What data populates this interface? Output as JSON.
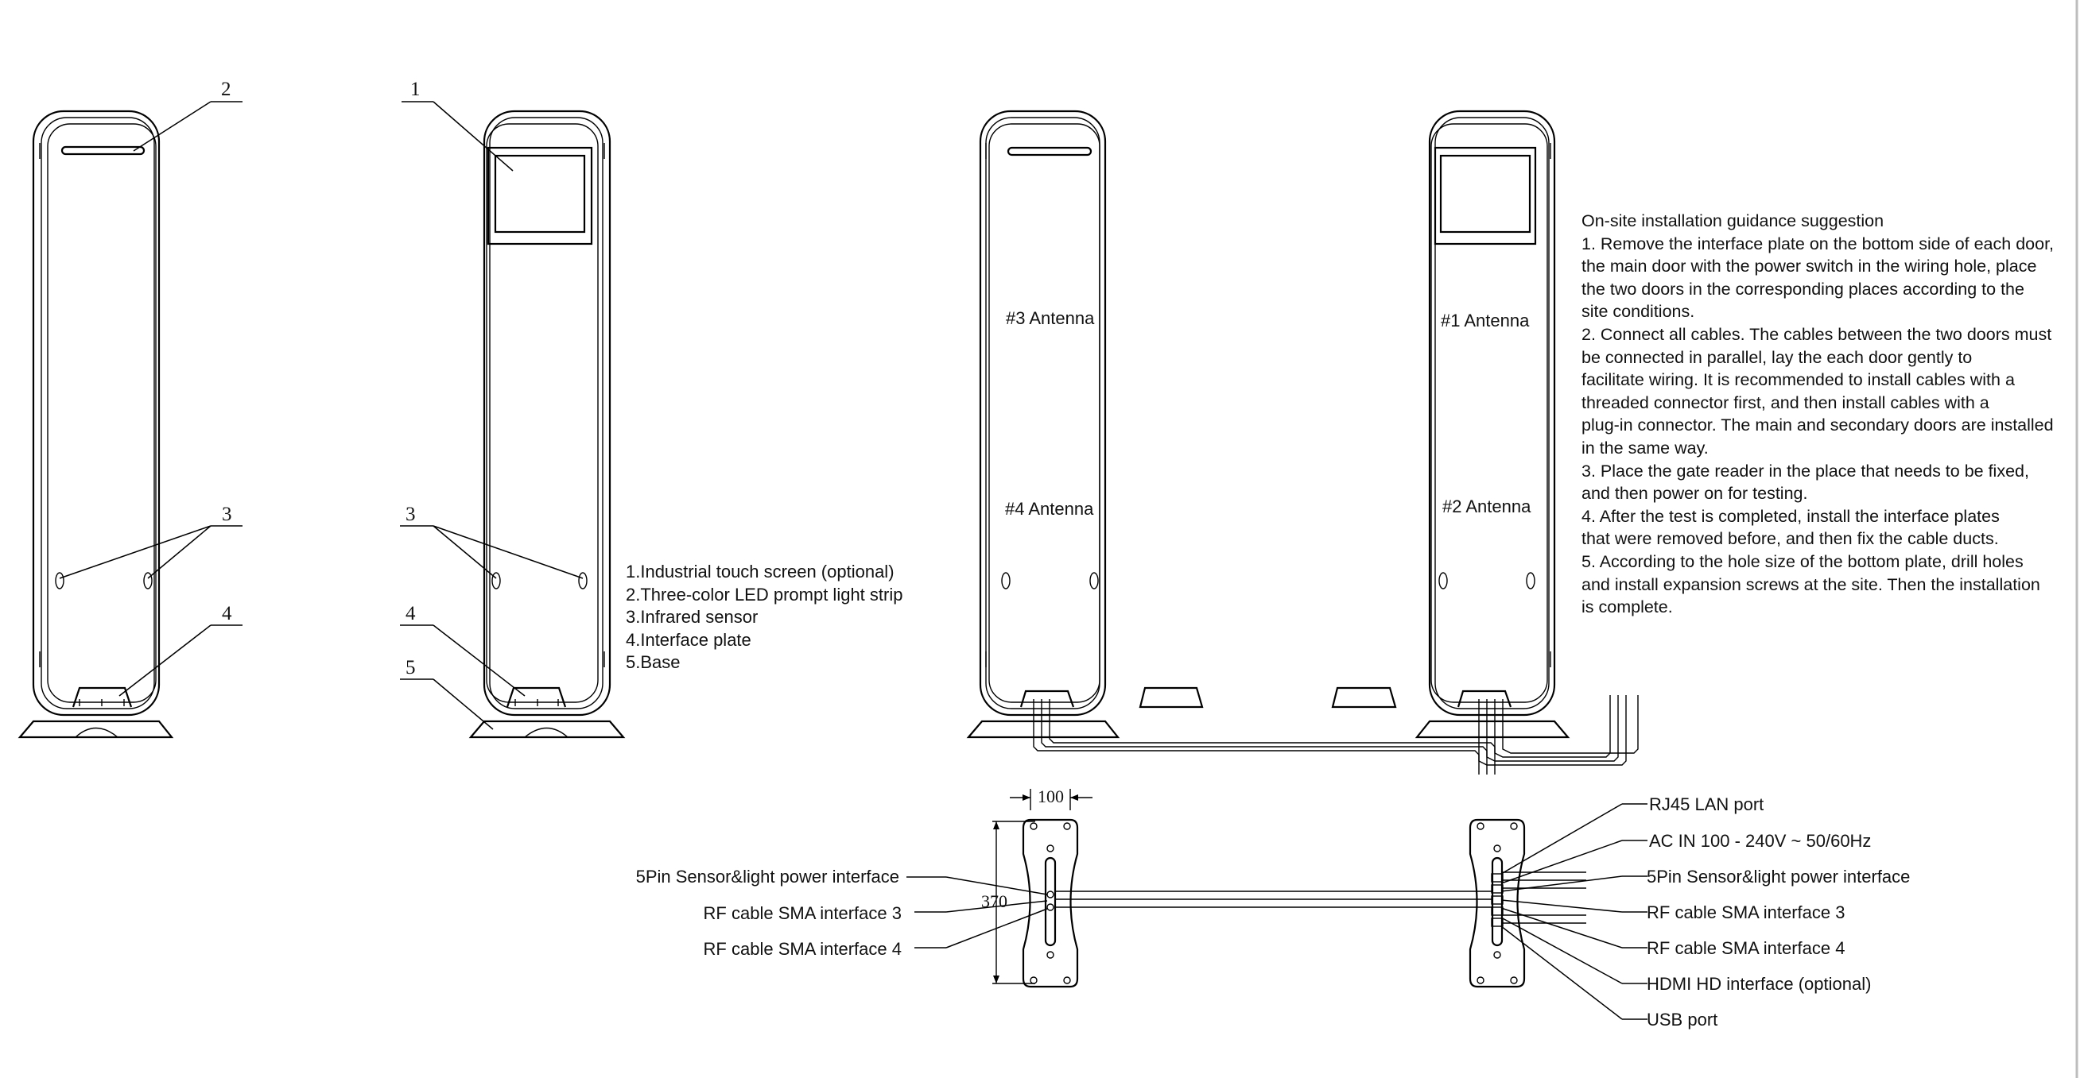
{
  "callouts": {
    "n1": "1",
    "n2": "2",
    "n3": "3",
    "n4": "4",
    "n5": "5"
  },
  "legend": [
    "1.Industrial touch screen (optional)",
    "2.Three-color LED prompt light strip",
    "3.Infrared sensor",
    "4.Interface plate",
    "5.Base"
  ],
  "antennas": {
    "a3": "#3 Antenna",
    "a4": "#4 Antenna",
    "a1": "#1 Antenna",
    "a2": "#2 Antenna"
  },
  "guidance": [
    "On-site installation guidance suggestion",
    "1. Remove the interface plate on the bottom side of each door,",
    "the main door with the power switch in the wiring hole, place",
    "the two doors in the corresponding places according to the",
    "site conditions.",
    "2. Connect all cables. The cables between the two doors must",
    "be connected in parallel, lay the each door gently to",
    "facilitate wiring. It is recommended to install cables with a",
    "threaded connector first, and then install cables with a",
    "plug-in connector. The main and secondary doors are installed",
    "in the same way.",
    "3. Place the gate reader in the place that needs to be fixed,",
    "and then power on for testing.",
    "4. After the test is completed, install the interface plates",
    "that were removed before, and then fix the cable ducts.",
    "5. According to the hole size of the bottom plate, drill holes",
    "and install expansion screws at the site. Then the installation",
    "is complete."
  ],
  "dimensions": {
    "width": "100",
    "height": "370"
  },
  "left_ports": [
    "5Pin Sensor&light power interface",
    "RF cable SMA interface 3",
    "RF cable SMA interface 4"
  ],
  "right_ports": [
    "RJ45 LAN port",
    "AC IN 100 - 240V ~ 50/60Hz",
    "5Pin Sensor&light power interface",
    "RF cable SMA interface 3",
    "RF cable SMA interface 4",
    "HDMI HD interface (optional)",
    "USB port"
  ]
}
